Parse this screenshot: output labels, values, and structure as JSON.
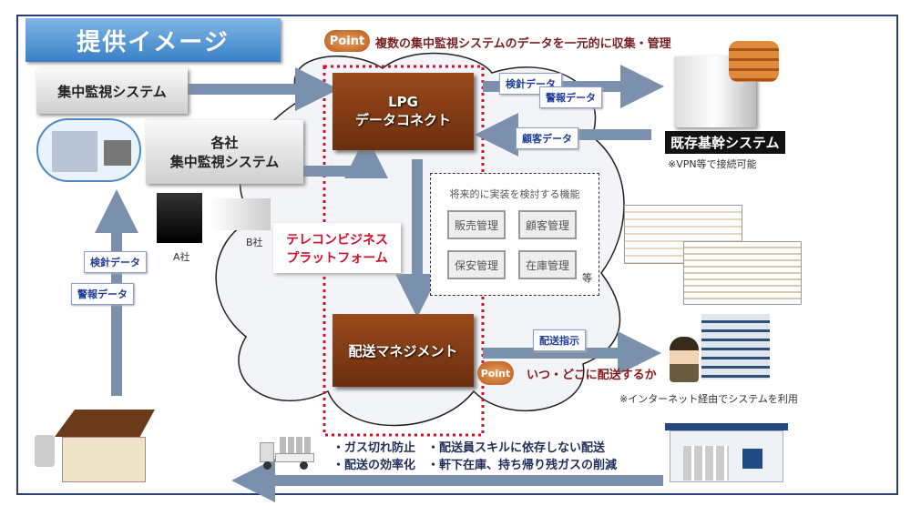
{
  "title": "提供イメージ",
  "point_label": "Point",
  "point_top_text": "複数の集中監視システムのデータを一元的に収集・管理",
  "central_monitoring": "集中監視システム",
  "company_monitoring": [
    "各社",
    "集中監視システム"
  ],
  "company_a": "A社",
  "company_b": "B社",
  "platform": [
    "テレコンビジネス",
    "プラットフォーム"
  ],
  "lpg": [
    "LPG",
    "データコネクト"
  ],
  "tags": {
    "meter": "検針データ",
    "alarm": "警報データ",
    "customer": "顧客データ",
    "delivery": "配送指示"
  },
  "core_system": "既存基幹システム",
  "vpn_note": "※VPN等で接続可能",
  "future": {
    "title": "将来的に実装を検討する機能",
    "items": [
      "販売管理",
      "顧客管理",
      "保安管理",
      "在庫管理"
    ],
    "etc": "等"
  },
  "delivery_mgmt": "配送マネジメント",
  "point_bottom_text": "いつ・どこに配送するか",
  "internet_note": "※インターネット経由でシステムを利用",
  "benefits": [
    "・ガス切れ防止　・配送員スキルに依存しない配送",
    "・配送の効率化　・軒下在庫、持ち帰り残ガスの削減"
  ]
}
